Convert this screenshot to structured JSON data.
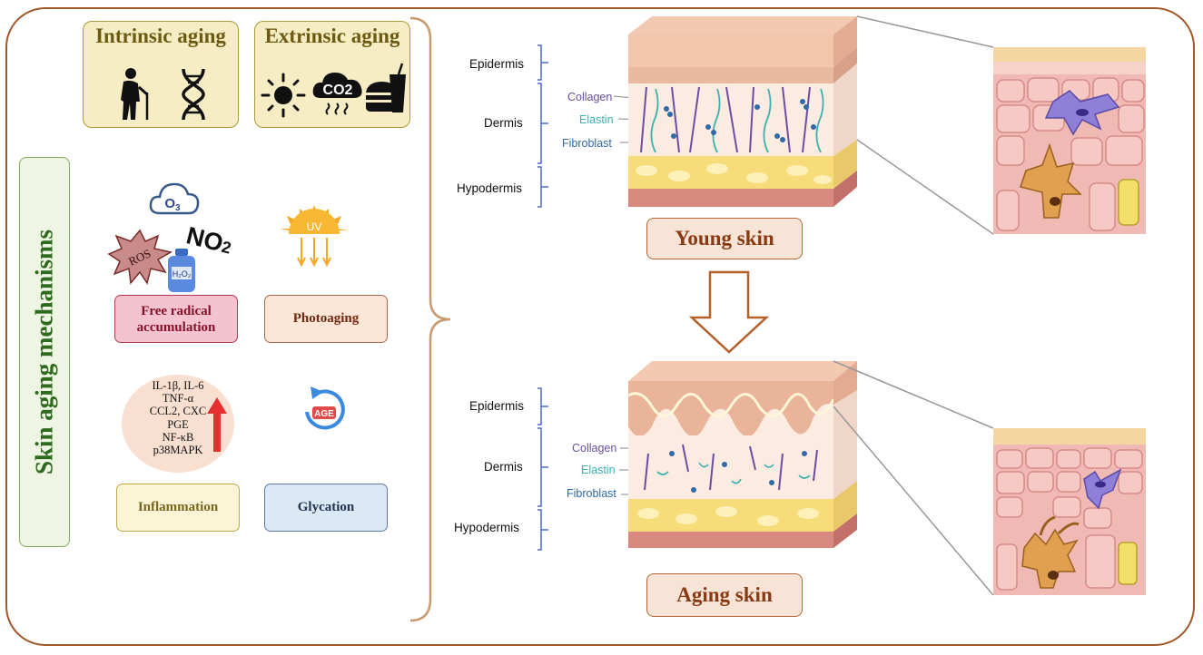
{
  "title": "Skin aging mechanisms",
  "causes": [
    {
      "title": "Intrinsic aging",
      "icons": [
        "elderly-person-icon",
        "dna-icon"
      ]
    },
    {
      "title": "Extrinsic aging",
      "icons": [
        "sun-icon",
        "co2-cloud-icon",
        "junk-food-icon"
      ]
    }
  ],
  "free_radicals": {
    "o3": "O",
    "o3_sub": "3",
    "no2": "NO",
    "no2_sub": "2",
    "ros": "ROS",
    "h2o2": "H₂O₂"
  },
  "uv": {
    "label": "UV"
  },
  "mechanisms": {
    "free_radical": "Free radical accumulation",
    "photoaging": "Photoaging",
    "inflammation": "Inflammation",
    "glycation": "Glycation"
  },
  "inflammation_markers": [
    "IL-1β, IL-6",
    "TNF-α",
    "CCL2, CXC",
    "PGE",
    "NF-κB",
    "p38MAPK"
  ],
  "age_label": "AGE",
  "young_skin": {
    "layers": [
      "Epidermis",
      "Dermis",
      "Hypodermis"
    ],
    "components": [
      "Collagen",
      "Elastin",
      "Fibroblast"
    ],
    "label": "Young skin"
  },
  "aging_skin": {
    "layers": [
      "Epidermis",
      "Dermis",
      "Hypodermis"
    ],
    "components": [
      "Collagen",
      "Elastin",
      "Fibroblast"
    ],
    "label": "Aging skin"
  },
  "colors": {
    "frame": "#a0582a",
    "collagen": "#6a4ea0",
    "elastin": "#3ab0b0",
    "fibroblast": "#2f6aa8"
  }
}
